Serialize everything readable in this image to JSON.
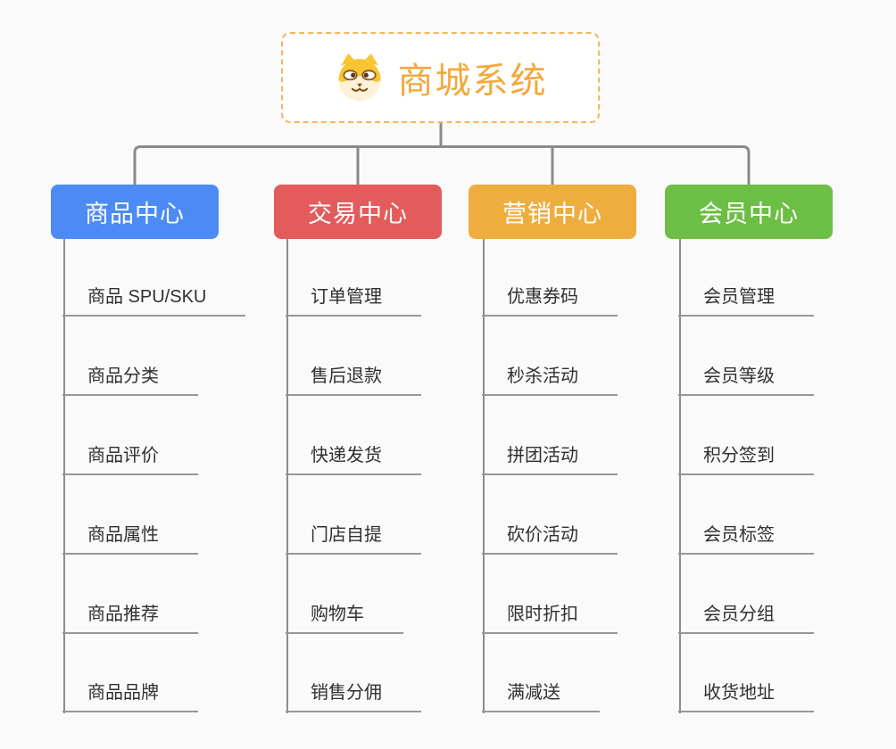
{
  "root": {
    "title": "商城系统",
    "icon": "shiba-dog-icon",
    "accent_color": "#f2a93c"
  },
  "branches": [
    {
      "label": "商品中心",
      "color": "#4c8bf4",
      "items": [
        "商品 SPU/SKU",
        "商品分类",
        "商品评价",
        "商品属性",
        "商品推荐",
        "商品品牌"
      ]
    },
    {
      "label": "交易中心",
      "color": "#e45b5b",
      "items": [
        "订单管理",
        "售后退款",
        "快递发货",
        "门店自提",
        "购物车",
        "销售分佣"
      ]
    },
    {
      "label": "营销中心",
      "color": "#edae3f",
      "items": [
        "优惠券码",
        "秒杀活动",
        "拼团活动",
        "砍价活动",
        "限时折扣",
        "满减送"
      ]
    },
    {
      "label": "会员中心",
      "color": "#6cbe45",
      "items": [
        "会员管理",
        "会员等级",
        "积分签到",
        "会员标签",
        "会员分组",
        "收货地址"
      ]
    }
  ],
  "connector_color": "#8a8a8a"
}
